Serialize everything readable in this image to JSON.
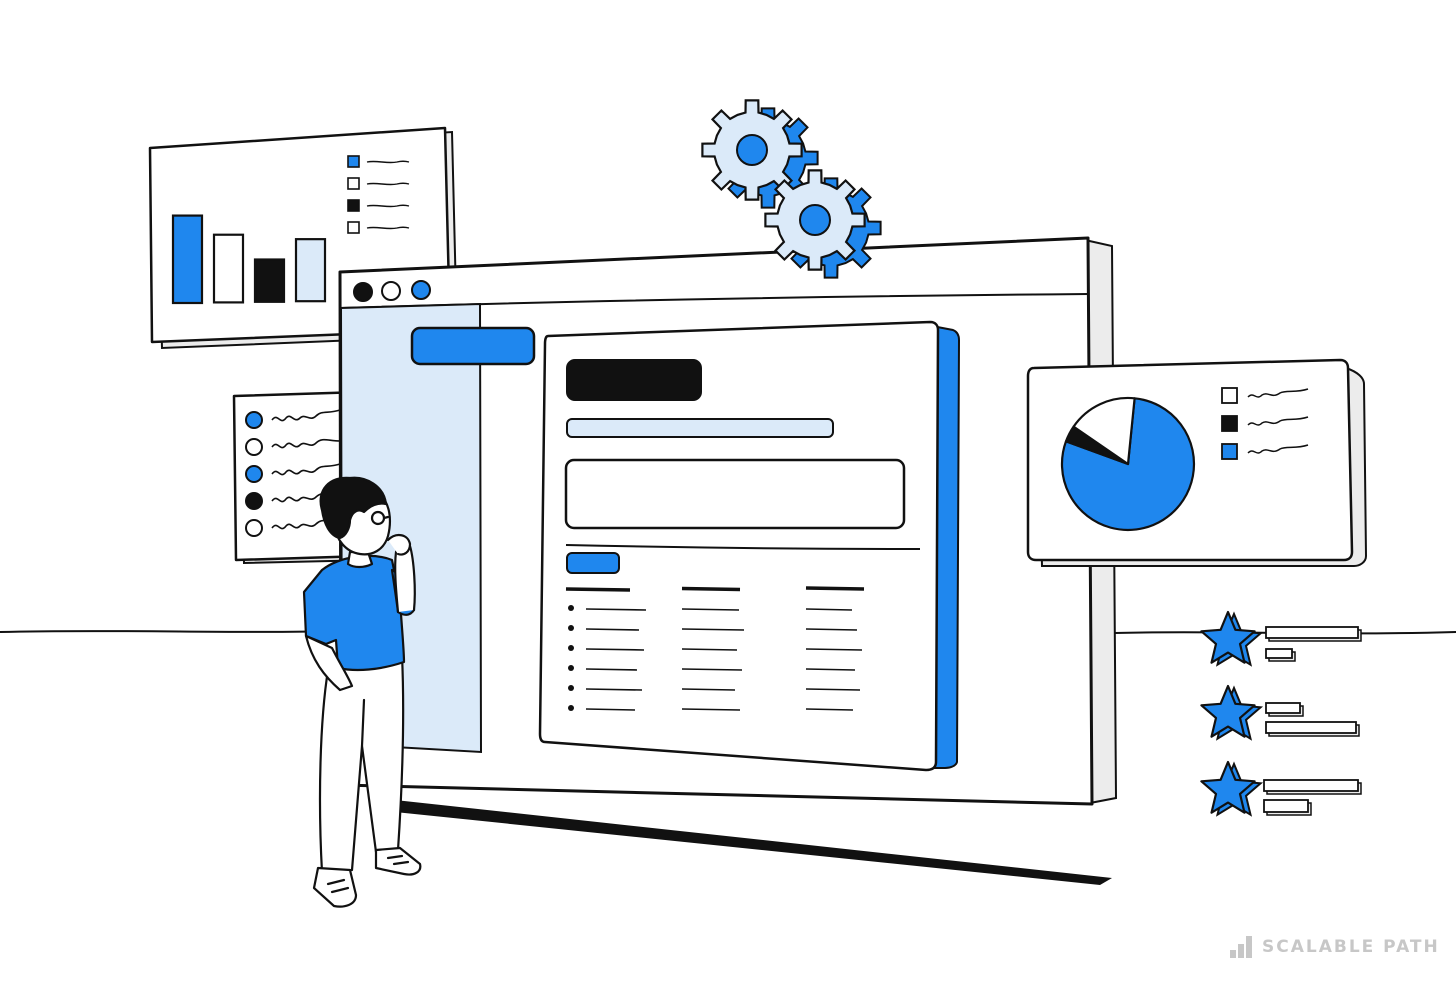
{
  "colors": {
    "accent": "#1f87ee",
    "accent_light": "#dbeaf9",
    "ink": "#111111",
    "paper": "#ffffff",
    "shadow_side": "#ececec",
    "brand_gray": "#c7c7c7"
  },
  "brand": {
    "name": "SCALABLE PATH",
    "icon": "bar-steps-logo-icon"
  },
  "window_controls": [
    "close-dot-icon",
    "minimize-dot-icon",
    "maximize-dot-icon"
  ],
  "bar_chart_card": {
    "chart_data": {
      "type": "bar",
      "values": [
        0.93,
        0.72,
        0.45,
        0.66
      ],
      "fills": [
        "#1f87ee",
        "#ffffff",
        "#111111",
        "#dbeaf9"
      ],
      "legend_swatches": [
        "#1f87ee",
        "#ffffff",
        "#111111",
        "#ffffff"
      ]
    }
  },
  "pie_chart_card": {
    "chart_data": {
      "type": "pie",
      "values": [
        0.79,
        0.04,
        0.17
      ],
      "fills": [
        "#1f87ee",
        "#111111",
        "#ffffff"
      ],
      "legend_swatches": [
        "#ffffff",
        "#111111",
        "#1f87ee"
      ]
    }
  },
  "radio_list_card": {
    "items": [
      {
        "selected_color": "#1f87ee"
      },
      {
        "selected_color": "#ffffff"
      },
      {
        "selected_color": "#1f87ee"
      },
      {
        "selected_color": "#111111"
      },
      {
        "selected_color": "#ffffff"
      }
    ]
  },
  "ratings": {
    "rows": 3,
    "icon": "star-icon"
  },
  "gears": {
    "count": 2,
    "icon": "gear-icon"
  },
  "main_window": {
    "table_columns": 3,
    "table_rows": 6
  }
}
